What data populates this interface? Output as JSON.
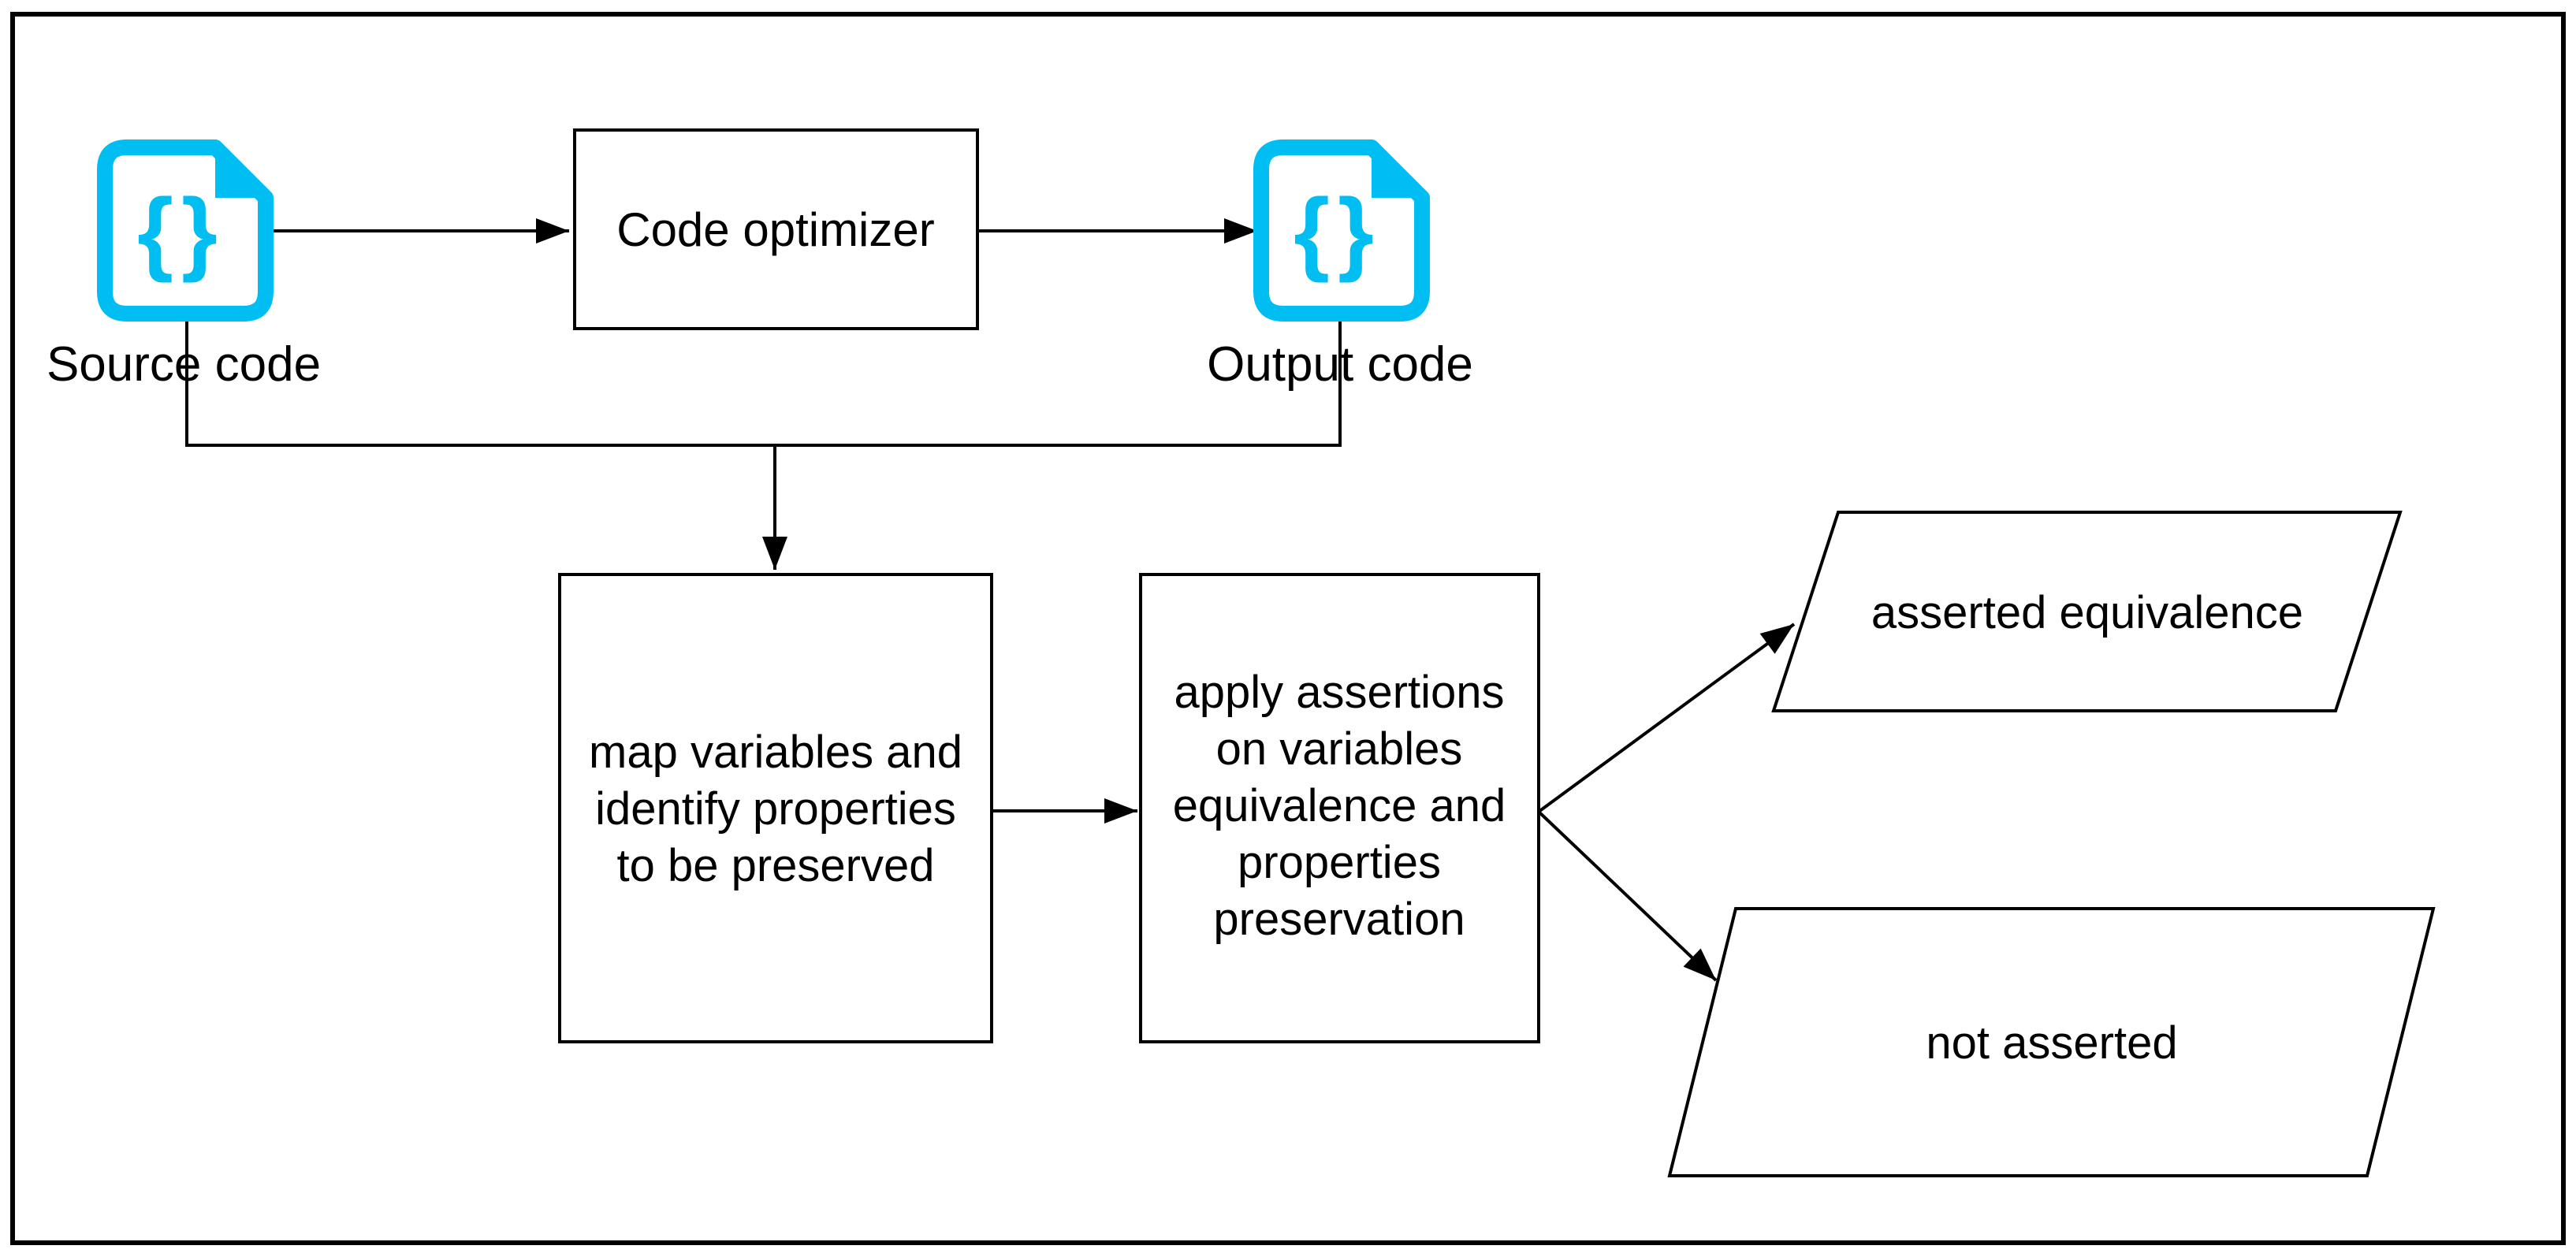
{
  "diagram": {
    "colors": {
      "accent": "#00BDF2",
      "line": "#000000",
      "background": "#FFFFFF"
    },
    "nodes": {
      "source_code": {
        "label": "Source code",
        "glyph": "{}"
      },
      "code_optimizer": {
        "label": "Code optimizer"
      },
      "output_code": {
        "label": "Output code",
        "glyph": "{}"
      },
      "map_step": {
        "lines": [
          "map variables and",
          "identify properties",
          "to be preserved"
        ]
      },
      "apply_step": {
        "lines": [
          "apply assertions",
          "on variables",
          "equivalence and",
          "properties",
          "preservation"
        ]
      },
      "asserted": {
        "label": "asserted equivalence"
      },
      "not_asserted": {
        "label": "not asserted"
      }
    }
  }
}
